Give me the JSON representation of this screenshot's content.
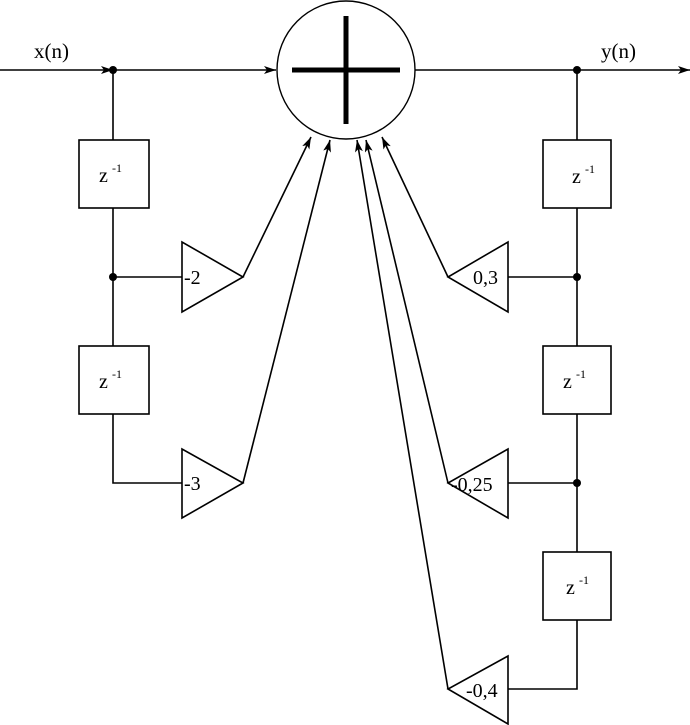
{
  "signals": {
    "input": "x(n)",
    "output": "y(n)"
  },
  "delay_label": {
    "base": "z",
    "exponent": "-1"
  },
  "feedforward_gains": [
    "-2",
    "-3"
  ],
  "feedback_gains": [
    "0,3",
    "-0,25",
    "-0,4"
  ]
}
